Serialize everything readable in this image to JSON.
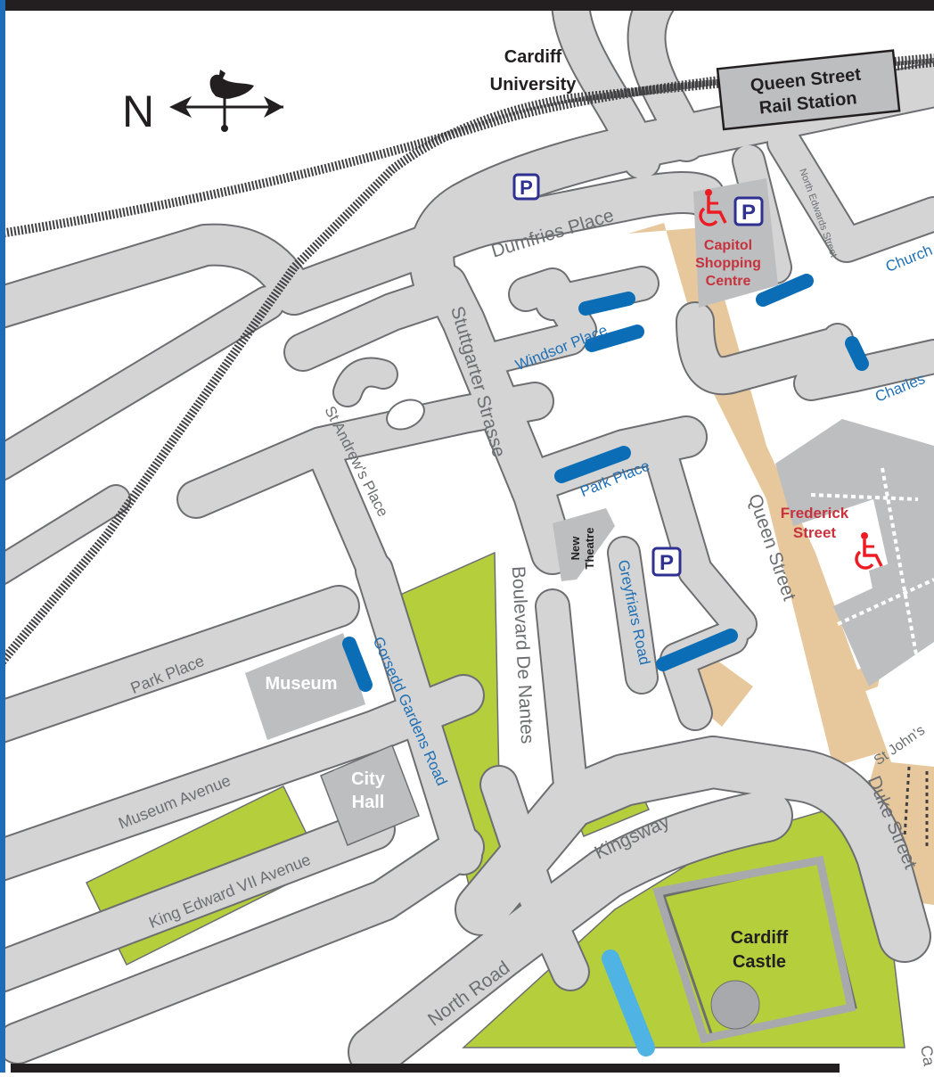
{
  "compass": {
    "letter": "N",
    "icon": "weathervane-rooster-icon"
  },
  "landmarks": {
    "cardiff_university": [
      "Cardiff",
      "University"
    ],
    "queen_street_station": [
      "Queen Street",
      "Rail Station"
    ],
    "capitol_shopping_centre": [
      "Capitol",
      "Shopping",
      "Centre"
    ],
    "frederick_street": [
      "Frederick",
      "Street"
    ],
    "new_theatre": [
      "New",
      "Theatre"
    ],
    "museum": "Museum",
    "city_hall": [
      "City",
      "Hall"
    ],
    "cardiff_castle": [
      "Cardiff",
      "Castle"
    ]
  },
  "streets": {
    "dumfries_place": "Dumfries Place",
    "north_edwards_street": "North Edwards Street",
    "church_street": "Church",
    "windsor_place": "Windsor Place",
    "charles_street": "Charles",
    "stuttgarter_strasse": "Stuttgarter Strasse",
    "st_andrews_place": "St Andrew's Place",
    "park_place_upper": "Park Place",
    "park_place_lower": "Park Place",
    "queen_street": "Queen Street",
    "greyfriars_road": "Greyfriars Road",
    "boulevard_de_nantes": "Boulevard De Nantes",
    "gorsedd_gardens_road": "Gorsedd Gardens Road",
    "museum_avenue": "Museum Avenue",
    "king_edward_vii_avenue": "King Edward VII  Avenue",
    "kingsway": "Kingsway",
    "north_road": "North Road",
    "duke_street": "Duke Street",
    "st_johns": "St John's",
    "castle_street_partial": "Ca"
  },
  "icons": {
    "parking": "P",
    "wheelchair": "wheelchair-access-icon"
  },
  "colors": {
    "road": "#d4d4d4",
    "road_edge": "#6d6e71",
    "park": "#b5cf3c",
    "pedestrian": "#e6c89c",
    "building": "#bcbec0",
    "accessible_bay": "#0a6db5",
    "water": "#4fb3e3",
    "frame": "#1e6bb8",
    "label_red": "#c8323c",
    "label_blue": "#1f6fb5"
  }
}
